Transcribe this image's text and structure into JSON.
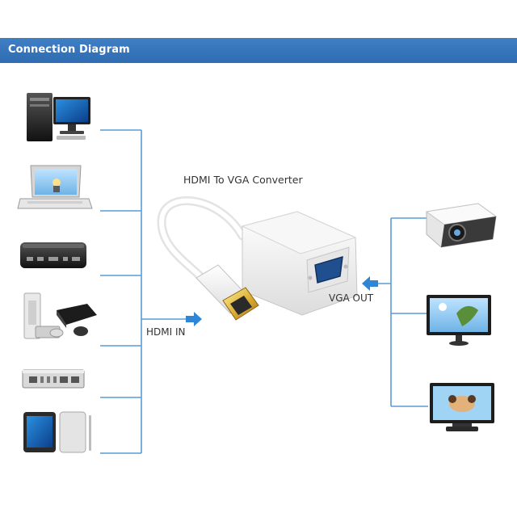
{
  "header": {
    "title": "Connection Diagram"
  },
  "labels": {
    "converter_title": "HDMI To VGA Converter",
    "hdmi_in": "HDMI IN",
    "vga_out": "VGA OUT"
  },
  "colors": {
    "header_bar": "#3a78bf",
    "connector_line": "#5b9bd5",
    "arrow": "#2f86d6"
  },
  "sources": [
    {
      "icon": "desktop-computer-icon"
    },
    {
      "icon": "laptop-icon"
    },
    {
      "icon": "media-box-icon"
    },
    {
      "icon": "game-console-icon"
    },
    {
      "icon": "set-top-box-icon"
    },
    {
      "icon": "tablet-icon"
    }
  ],
  "outputs": [
    {
      "icon": "projector-icon"
    },
    {
      "icon": "monitor-icon"
    },
    {
      "icon": "tv-icon"
    }
  ]
}
